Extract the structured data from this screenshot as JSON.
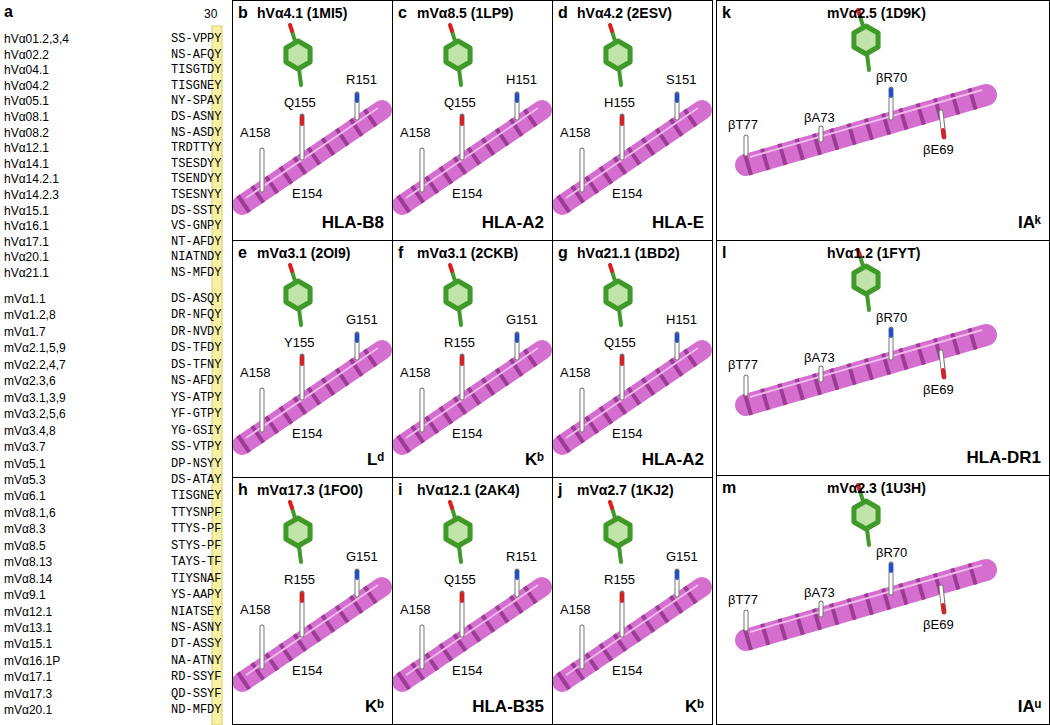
{
  "diagram": {
    "nodes": [
      {
        "text": [
          "b",
          "hVα4.1 (1MI5)",
          "Q155",
          "R151",
          "A158",
          "E154",
          "HLA-B8"
        ]
      },
      {
        "text": [
          "c",
          "mVα8.5 (1LP9)",
          "Q155",
          "H151",
          "A158",
          "E154",
          "HLA-A2"
        ]
      },
      {
        "text": [
          "d",
          "hVα4.2 (2ESV)",
          "H155",
          "S151",
          "A158",
          "E154",
          "HLA-E"
        ]
      },
      {
        "text": [
          "e",
          "mVα3.1 (2OI9)",
          "Y155",
          "G151",
          "A158",
          "E154",
          "Lᵈ"
        ]
      },
      {
        "text": [
          "f",
          "mVα3.1 (2CKB)",
          "R155",
          "G151",
          "A158",
          "E154",
          "Kᵇ"
        ]
      },
      {
        "text": [
          "g",
          "hVα21.1 (1BD2)",
          "Q155",
          "H151",
          "A158",
          "E154",
          "HLA-A2"
        ]
      },
      {
        "text": [
          "h",
          "mVα17.3 (1FO0)",
          "R155",
          "G151",
          "A158",
          "E154",
          "Kᵇ"
        ]
      },
      {
        "text": [
          "i",
          "hVα12.1 (2AK4)",
          "Q155",
          "R151",
          "A158",
          "E154",
          "HLA-B35"
        ]
      },
      {
        "text": [
          "j",
          "mVα2.7 (1KJ2)",
          "R155",
          "G151",
          "A158",
          "E154",
          "Kᵇ"
        ]
      },
      {
        "text": [
          "k",
          "mVα2.5 (1D9K)",
          "βT77",
          "βA73",
          "βR70",
          "βE69",
          "IAᵏ"
        ]
      },
      {
        "text": [
          "l",
          "hVα1.2 (1FYT)",
          "βT77",
          "βA73",
          "βR70",
          "βE69",
          "HLA-DR1"
        ]
      },
      {
        "text": [
          "m",
          "mVα2.3 (1U3H)",
          "βT77",
          "βA73",
          "βR70",
          "βE69",
          "IAᵘ"
        ]
      }
    ],
    "labels": [
      "a",
      "30",
      "hVα01.2,3,4",
      "SS-VPPY",
      "hVα02.2",
      "NS-AFQY",
      "hVα04.1",
      "TISGTDY",
      "hVα04.2",
      "TISGNEY",
      "hVα05.1",
      "NY-SPAY",
      "hVα08.1",
      "DS-ASNY",
      "hVα08.2",
      "NS-ASDY",
      "hVα12.1",
      "TRDTTYY",
      "hVα14.1",
      "TSESDYY",
      "hVα14.2.1",
      "TSENDYY",
      "hVα14.2.3",
      "TSESNYY",
      "hVα15.1",
      "DS-SSTY",
      "hVα16.1",
      "VS-GNPY",
      "hVα17.1",
      "NT-AFDY",
      "hVα20.1",
      "NIATNDY",
      "hVα21.1",
      "NS-MFDY",
      "mVα1.1",
      "DS-ASQY",
      "mVα1.2,8",
      "DR-NFQY",
      "mVα1.7",
      "DR-NVDY",
      "mVα2.1,5,9",
      "DS-TFDY",
      "mVα2.2,4,7",
      "DS-TFNY",
      "mVα2.3,6",
      "NS-AFDY",
      "mVα3.1,3,9",
      "YS-ATPY",
      "mVα3.2,5,6",
      "YF-GTPY",
      "mVα3.4,8",
      "YG-GSIY",
      "mVα3.7",
      "SS-VTPY",
      "mVα5.1",
      "DP-NSYY",
      "mVα5.3",
      "DS-ATAY",
      "mVα6.1",
      "TISGNEY",
      "mVα8.1,6",
      "TTYSNPF",
      "mVα8.3",
      "TTYS-PF",
      "mVα8.5",
      "STYS-PF",
      "mVα8.13",
      "TAYS-TF",
      "mVα8.14",
      "TIYSNAF",
      "mVα9.1",
      "YS-AAPY",
      "mVα12.1",
      "NIATSEY",
      "mVα13.1",
      "NS-ASNY",
      "mVα15.1",
      "DT-ASSY",
      "mVα16.1P",
      "NA-ATNY",
      "mVα17.1",
      "RD-SSYF",
      "mVα17.3",
      "QD-SSYF",
      "mVα20.1",
      "ND-MFDY"
    ]
  }
}
